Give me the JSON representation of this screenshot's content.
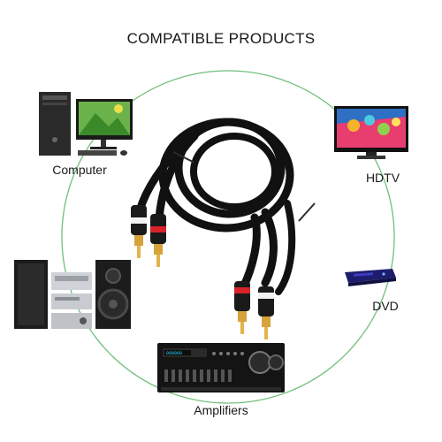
{
  "header": {
    "title": "COMPATIBLE PRODUCTS"
  },
  "devices": {
    "computer": {
      "label": "Computer",
      "icon": "desktop-computer-icon"
    },
    "hdtv": {
      "label": "HDTV",
      "icon": "flat-tv-icon"
    },
    "dvd": {
      "label": "DVD",
      "icon": "dvd-player-icon"
    },
    "amplifiers": {
      "label": "Amplifiers",
      "icon": "audio-amplifier-icon"
    },
    "stereo": {
      "icon": "stereo-speaker-system-icon"
    }
  },
  "product": {
    "icon": "rca-cable-icon"
  },
  "amp_screen": {
    "text": "000000"
  },
  "colors": {
    "ring": "#6fbf7a",
    "connector_red": "#d8232a",
    "connector_white": "#f2f2f2",
    "gold": "#d6a23a",
    "cable": "#111111"
  }
}
